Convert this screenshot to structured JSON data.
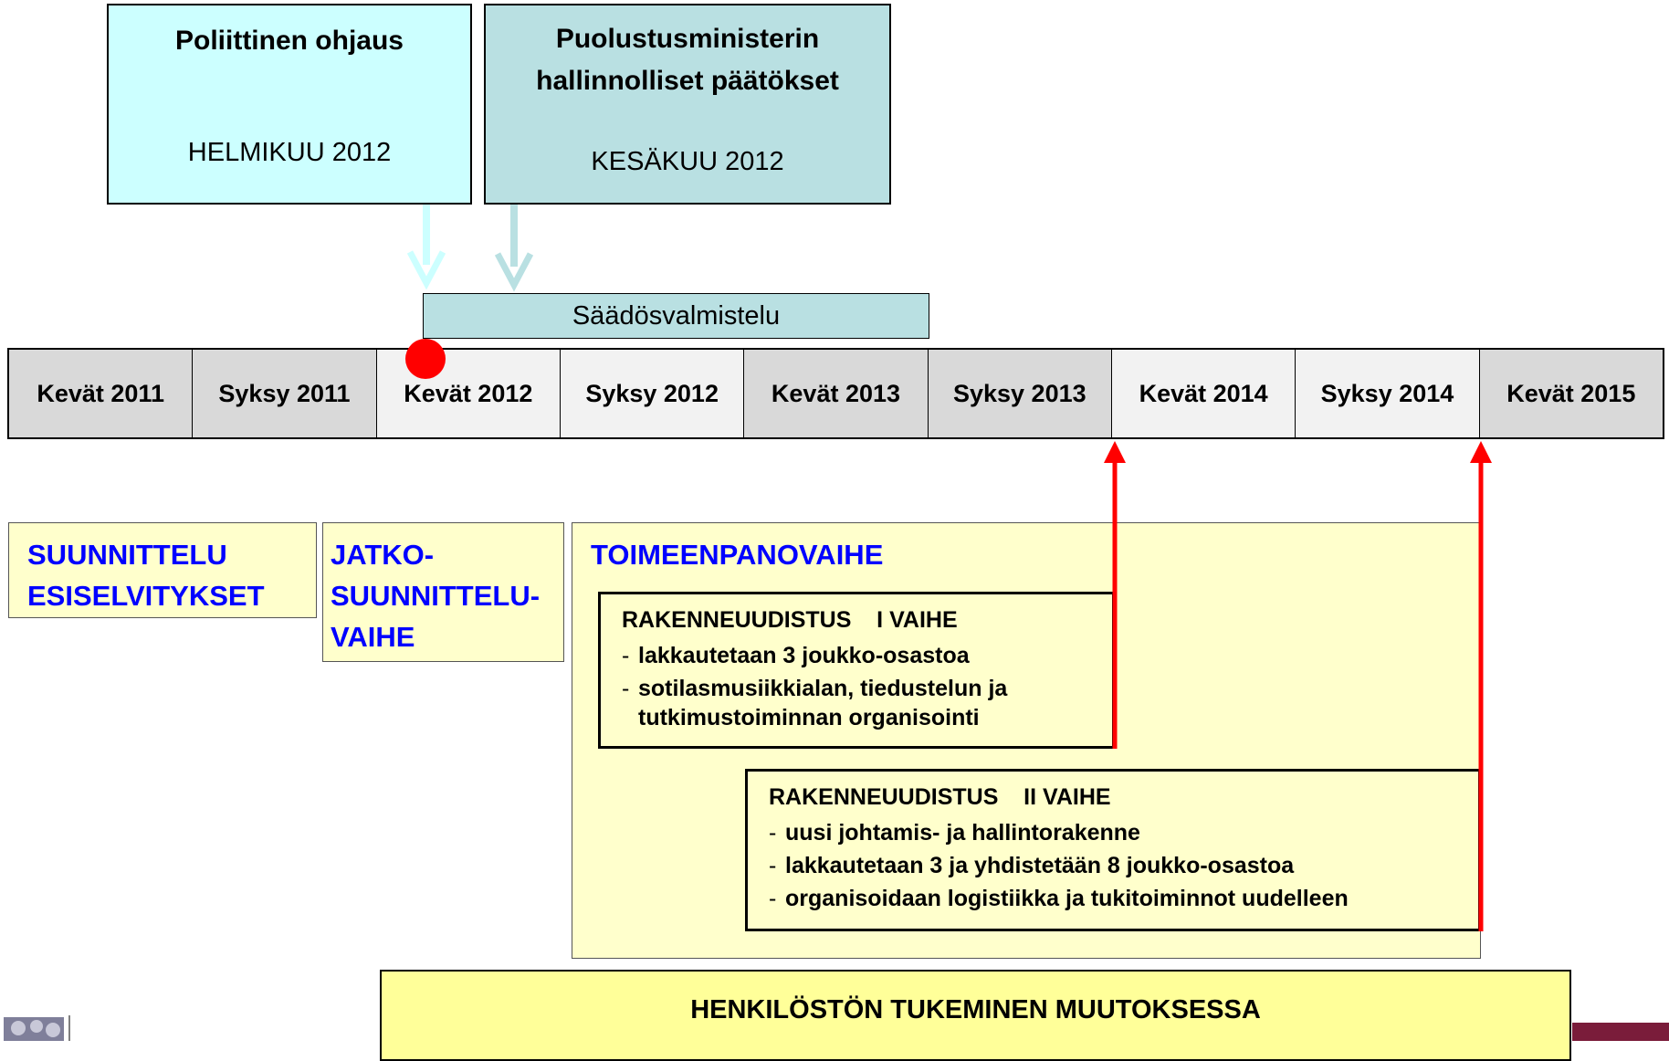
{
  "political": {
    "title": "Poliittinen ohjaus",
    "date": "HELMIKUU 2012"
  },
  "ministry": {
    "title_line1": "Puolustusministerin",
    "title_line2": "hallinnolliset päätökset",
    "date": "KESÄKUU 2012"
  },
  "legislation": "Säädösvalmistelu",
  "timeline": [
    "Kevät 2011",
    "Syksy 2011",
    "Kevät 2012",
    "Syksy 2012",
    "Kevät 2013",
    "Syksy 2013",
    "Kevät 2014",
    "Syksy 2014",
    "Kevät 2015"
  ],
  "phases": {
    "planning": [
      "SUUNNITTELU",
      "ESISELVITYKSET"
    ],
    "continued": [
      "JATKO-",
      "SUUNNITTELU-",
      "VAIHE"
    ],
    "implementation": "TOIMEENPANOVAIHE"
  },
  "stage1": {
    "title": "RAKENNEUUDISTUS    I VAIHE",
    "items": [
      "lakkautetaan 3 joukko-osastoa",
      "sotilasmusiikkialan, tiedustelun ja tutkimustoiminnan organisointi"
    ]
  },
  "stage2": {
    "title": "RAKENNEUUDISTUS    II VAIHE",
    "items": [
      "uusi johtamis- ja hallintorakenne",
      "lakkautetaan 3 ja yhdistetään 8 joukko-osastoa",
      "organisoidaan logistiikka ja tukitoiminnot uudelleen"
    ]
  },
  "support": "HENKILÖSTÖN TUKEMINEN MUUTOKSESSA",
  "colors": {
    "political_fill": "#ccffff",
    "ministry_fill": "#b9e0e2",
    "phase_fill": "#ffffcc",
    "support_fill": "#ffff99",
    "phase_text": "#0000ff",
    "deadline_arrow": "#ff0000",
    "milestone_dot": "#ff0000",
    "timeline_dark": "#d9d9d9",
    "timeline_light": "#f2f2f2"
  }
}
